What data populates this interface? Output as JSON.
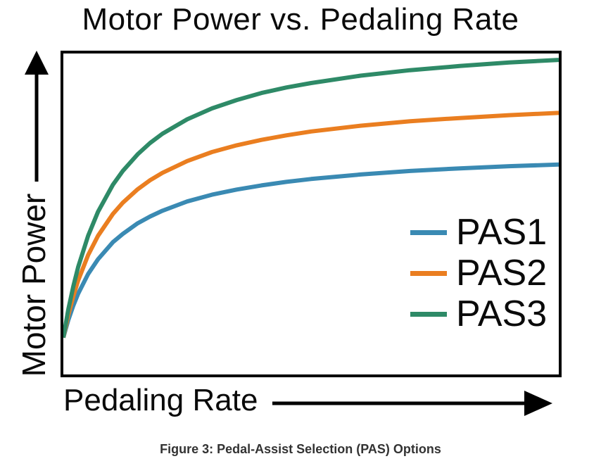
{
  "chart_data": {
    "type": "line",
    "title": "Motor Power vs. Pedaling Rate",
    "xlabel": "Pedaling Rate",
    "ylabel": "Motor Power",
    "caption": "Figure 3: Pedal-Assist Selection (PAS) Options",
    "xlim": [
      0,
      1
    ],
    "ylim": [
      0,
      1
    ],
    "grid": false,
    "legend_position": "inside-right-middle",
    "axes_style": "unlabeled-arrows",
    "x": [
      0,
      0.01,
      0.02,
      0.03,
      0.05,
      0.07,
      0.1,
      0.12,
      0.15,
      0.175,
      0.2,
      0.25,
      0.3,
      0.35,
      0.4,
      0.45,
      0.5,
      0.6,
      0.7,
      0.8,
      0.9,
      1.0
    ],
    "series": [
      {
        "name": "PAS1",
        "color": "#3a8ab3",
        "values": [
          0.115,
          0.169,
          0.214,
          0.252,
          0.313,
          0.359,
          0.412,
          0.438,
          0.471,
          0.492,
          0.51,
          0.539,
          0.56,
          0.576,
          0.589,
          0.6,
          0.609,
          0.623,
          0.634,
          0.642,
          0.649,
          0.654
        ]
      },
      {
        "name": "PAS2",
        "color": "#ea7e20",
        "values": [
          0.115,
          0.185,
          0.243,
          0.293,
          0.372,
          0.432,
          0.5,
          0.535,
          0.577,
          0.605,
          0.628,
          0.665,
          0.693,
          0.714,
          0.731,
          0.745,
          0.757,
          0.775,
          0.789,
          0.799,
          0.808,
          0.815
        ]
      },
      {
        "name": "PAS3",
        "color": "#2e8a67",
        "values": [
          0.115,
          0.202,
          0.274,
          0.335,
          0.432,
          0.507,
          0.591,
          0.634,
          0.686,
          0.721,
          0.75,
          0.795,
          0.829,
          0.855,
          0.877,
          0.894,
          0.908,
          0.931,
          0.948,
          0.961,
          0.972,
          0.98
        ]
      }
    ],
    "axis_color": "#000000"
  }
}
